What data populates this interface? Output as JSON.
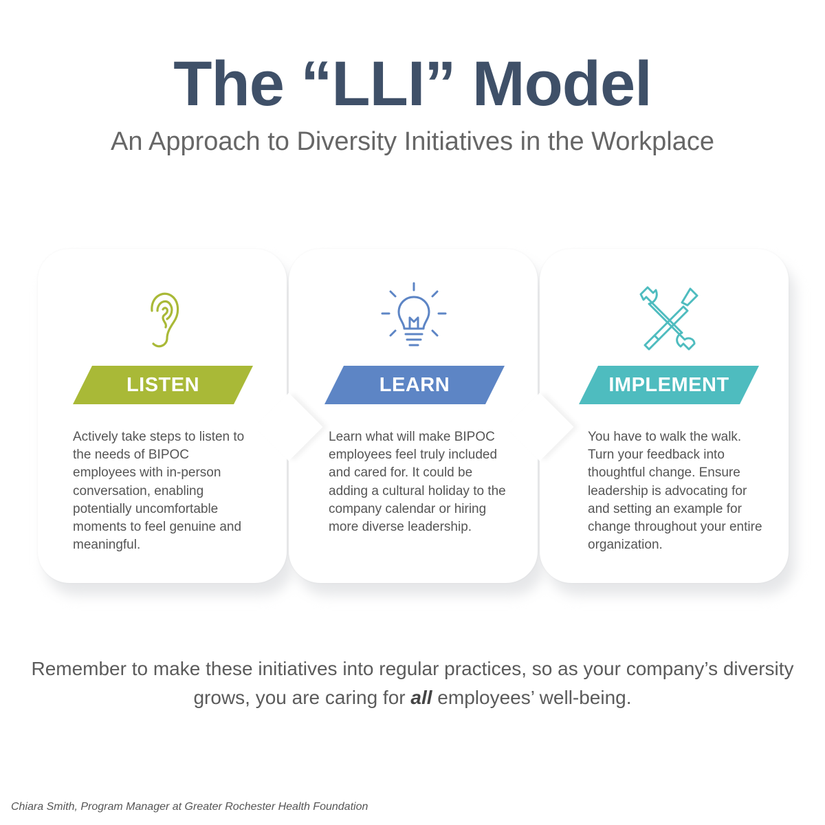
{
  "header": {
    "title": "The “LLI” Model",
    "subtitle": "An Approach to Diversity Initiatives in the Workplace"
  },
  "steps": [
    {
      "label": "LISTEN",
      "icon": "ear-icon",
      "color": "#a9b937",
      "text": "Actively take steps to listen to the needs of BIPOC employees with in-person conversation, enabling potentially uncomfortable moments to feel genuine and meaningful."
    },
    {
      "label": "LEARN",
      "icon": "lightbulb-icon",
      "color": "#5d85c5",
      "text": "Learn what will make BIPOC employees feel truly included and cared for. It could be adding a cultural holiday to the company calendar or hiring more diverse leadership."
    },
    {
      "label": "IMPLEMENT",
      "icon": "tools-icon",
      "color": "#4ebcbf",
      "text": "You have to walk the walk. Turn your feedback into thoughtful change. Ensure leadership is advocating for and setting an example for change throughout your entire organization."
    }
  ],
  "footer": {
    "note_part1": "Remember to make these initiatives into regular practices, so as your company’s diversity grows, you are caring for ",
    "note_emphasis": "all",
    "note_part2": " employees’ well-being.",
    "credit": "Chiara Smith, Program Manager at Greater Rochester Health Foundation"
  },
  "colors": {
    "title": "#3f5068",
    "subtitle": "#666666",
    "body_text": "#555555"
  }
}
